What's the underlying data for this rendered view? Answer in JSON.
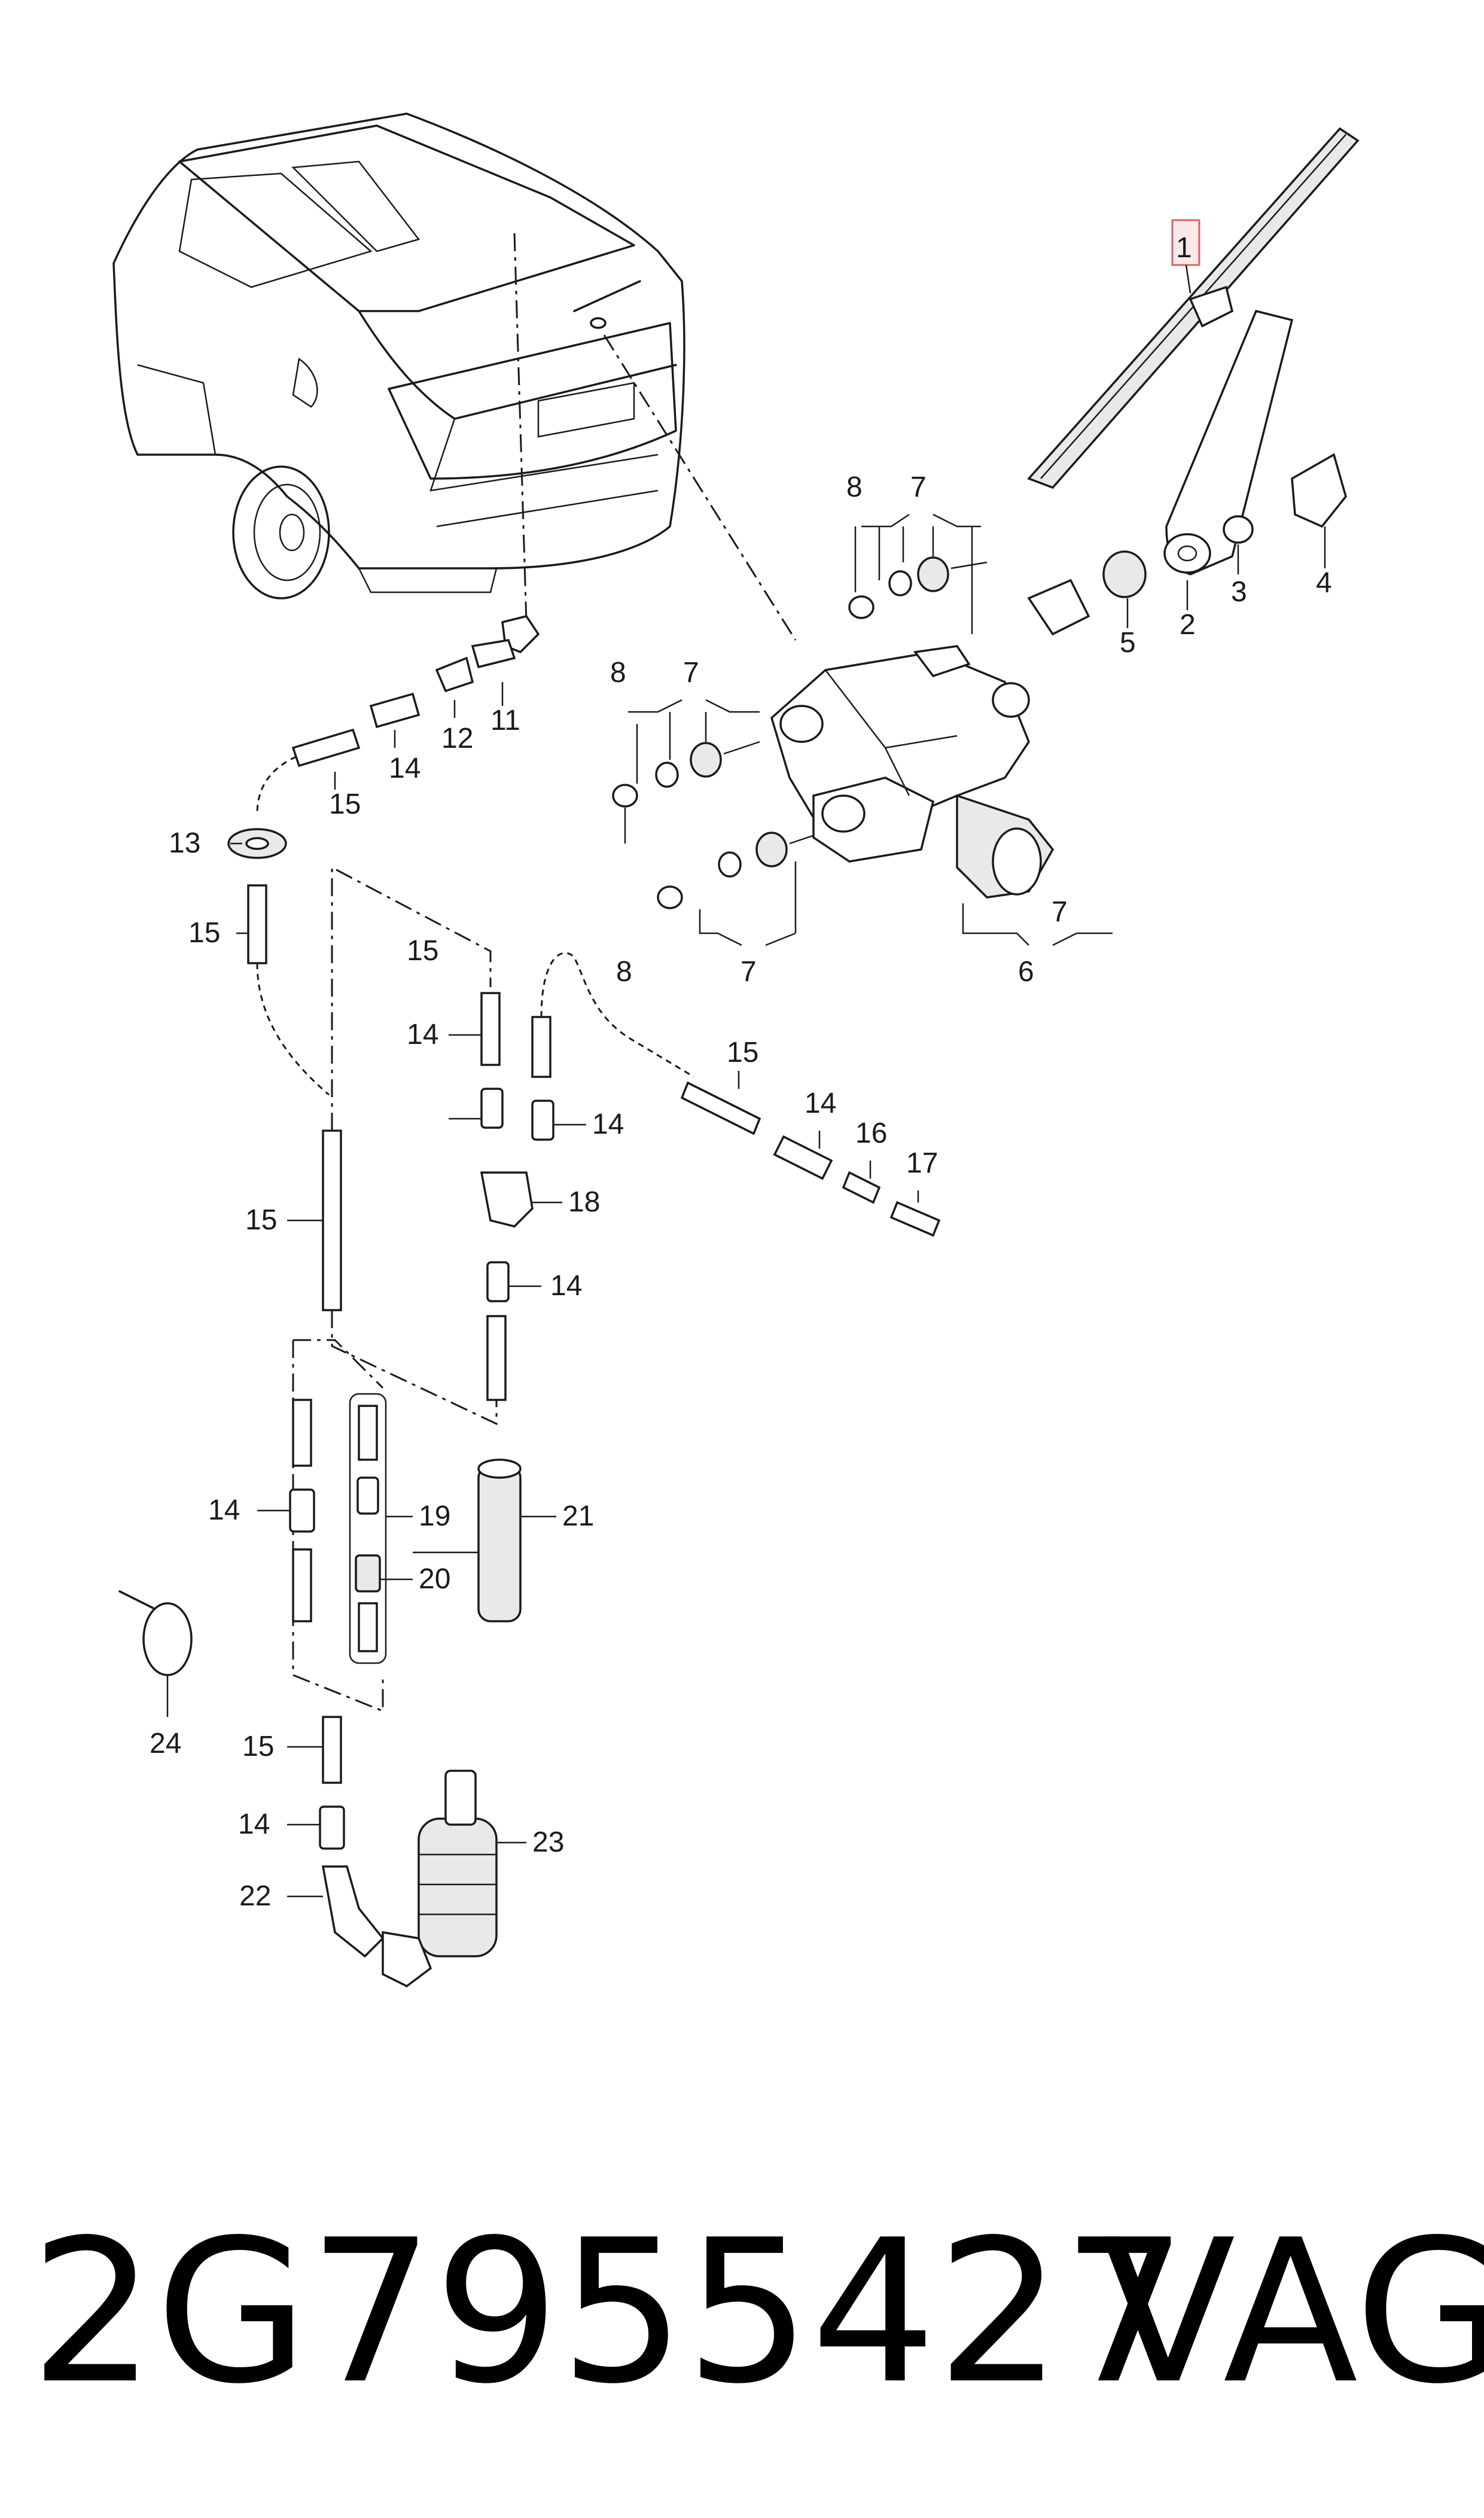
{
  "labels": {
    "l1": "1",
    "l2": "2",
    "l3": "3",
    "l4": "4",
    "l5": "5",
    "l6": "6",
    "l7a": "7",
    "l7b": "7",
    "l7c": "7",
    "l7d": "7",
    "l8a": "8",
    "l8b": "8",
    "l8c": "8",
    "l11": "11",
    "l12": "12",
    "l13": "13",
    "l14a": "14",
    "l14b": "14",
    "l14c": "14",
    "l14d": "14",
    "l14e": "14",
    "l14f": "14",
    "l14g": "14",
    "l15a": "15",
    "l15b": "15",
    "l15c": "15",
    "l15d": "15",
    "l15e": "15",
    "l15f": "15",
    "l16": "16",
    "l17": "17",
    "l18": "18",
    "l19": "19",
    "l20": "20",
    "l21": "21",
    "l22": "22",
    "l23": "23",
    "l24": "24"
  },
  "footer": {
    "part_number": "2G7955427",
    "brand": "VAG"
  }
}
